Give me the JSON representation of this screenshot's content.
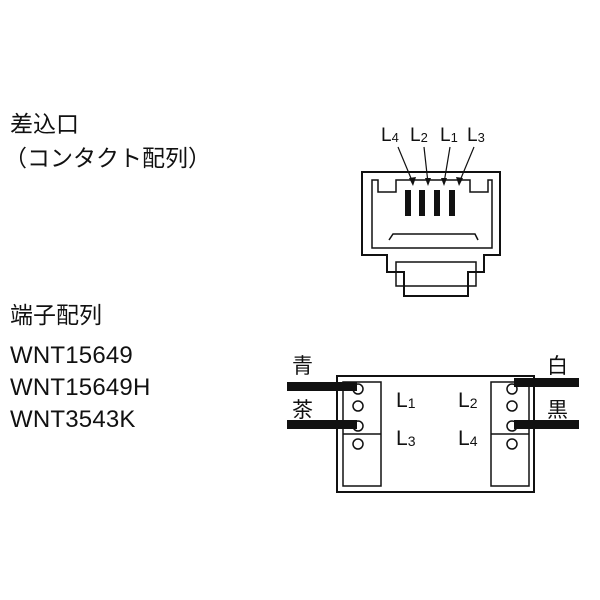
{
  "section_outlet": {
    "title": "差込口",
    "subtitle": "（コンタクト配列）",
    "contacts": [
      {
        "letter": "L",
        "sub": "4"
      },
      {
        "letter": "L",
        "sub": "2"
      },
      {
        "letter": "L",
        "sub": "1"
      },
      {
        "letter": "L",
        "sub": "3"
      }
    ]
  },
  "section_terminal": {
    "title": "端子配列",
    "models": [
      "WNT15649",
      "WNT15649H",
      "WNT3543K"
    ],
    "wire_colors": {
      "top_left": "青",
      "bottom_left": "茶",
      "top_right": "白",
      "bottom_right": "黒"
    },
    "terminals": [
      {
        "letter": "L",
        "sub": "1"
      },
      {
        "letter": "L",
        "sub": "2"
      },
      {
        "letter": "L",
        "sub": "3"
      },
      {
        "letter": "L",
        "sub": "4"
      }
    ]
  }
}
